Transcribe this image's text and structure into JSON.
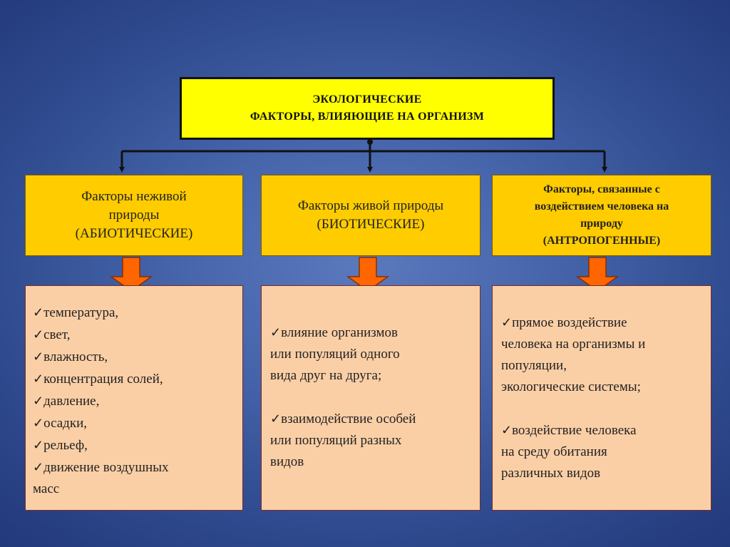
{
  "title": {
    "line1": "ЭКОЛОГИЧЕСКИЕ",
    "line2": "ФАКТОРЫ, ВЛИЯЮЩИЕ НА ОРГАНИЗМ"
  },
  "categories": [
    {
      "lines": [
        "Факторы неживой",
        "природы",
        "(АБИОТИЧЕСКИЕ)"
      ],
      "items": [
        [
          "температура,"
        ],
        [
          "свет,"
        ],
        [
          "влажность,"
        ],
        [
          "концентрация солей,"
        ],
        [
          "давление,"
        ],
        [
          "осадки,"
        ],
        [
          "рельеф,"
        ],
        [
          "движение воздушных",
          "масс"
        ]
      ]
    },
    {
      "lines": [
        "Факторы живой природы",
        "(БИОТИЧЕСКИЕ)"
      ],
      "items": [
        [
          "влияние организмов",
          "или популяций одного",
          "вида друг на друга;"
        ],
        [
          "взаимодействие особей",
          "или популяций разных",
          "видов"
        ]
      ]
    },
    {
      "lines": [
        "Факторы, связанные с",
        "воздействием человека на",
        "природу",
        "(АНТРОПОГЕННЫЕ)"
      ],
      "items": [
        [
          "прямое воздействие",
          "человека на организмы и",
          "популяции,",
          "экологические системы;"
        ],
        [
          "воздействие человека",
          "на среду обитания",
          "различных видов"
        ]
      ]
    }
  ],
  "check_mark": "✓",
  "colors": {
    "title_fill": "#ffff00",
    "header_fill": "#ffcc00",
    "list_fill": "#fbcfa6",
    "arrow_fill": "#ff6600"
  }
}
